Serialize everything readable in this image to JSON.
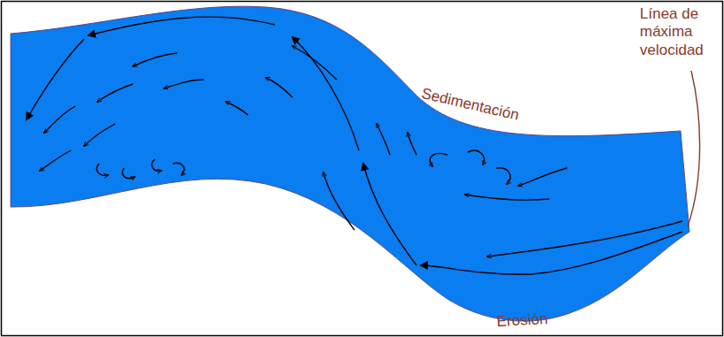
{
  "diagram": {
    "labels": [
      "Línea de máxima velocidad",
      "Sedimentación",
      "Erosión"
    ]
  }
}
